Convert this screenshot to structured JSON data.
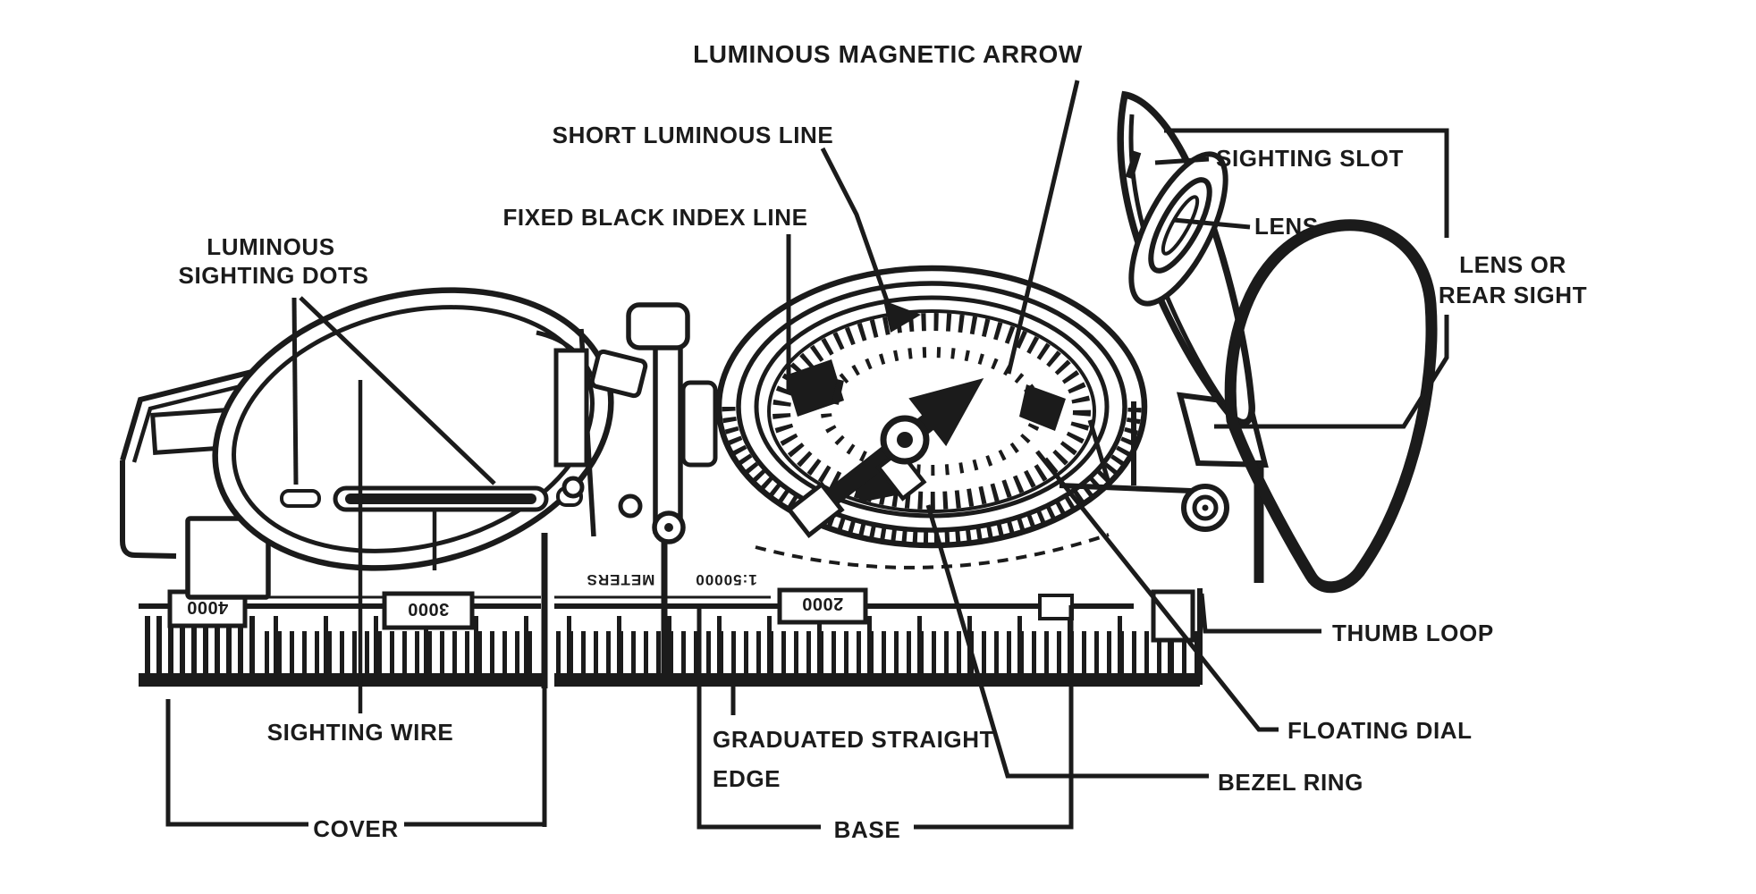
{
  "colors": {
    "paper": "#ffffff",
    "ink": "#1b1b1b"
  },
  "labels": {
    "luminous_magnetic_arrow": "LUMINOUS MAGNETIC ARROW",
    "short_luminous_line": "SHORT LUMINOUS LINE",
    "fixed_black_index_line": "FIXED BLACK INDEX LINE",
    "luminous_sighting_dots_line1": "LUMINOUS",
    "luminous_sighting_dots_line2": "SIGHTING DOTS",
    "sighting_slot": "SIGHTING SLOT",
    "lens": "LENS",
    "lens_or_rear_sight_line1": "LENS OR",
    "lens_or_rear_sight_line2": "REAR SIGHT",
    "thumb_loop": "THUMB LOOP",
    "sighting_wire": "SIGHTING WIRE",
    "graduated_straight_edge_line1": "GRADUATED STRAIGHT",
    "graduated_straight_edge_line2": "EDGE",
    "floating_dial": "FLOATING DIAL",
    "bezel_ring": "BEZEL RING",
    "cover": "COVER",
    "base": "BASE"
  },
  "ruler": {
    "unit_label": "METERS",
    "scale_label": "1:50000",
    "scale_boxes": [
      "4000",
      "3000",
      "2000"
    ]
  }
}
